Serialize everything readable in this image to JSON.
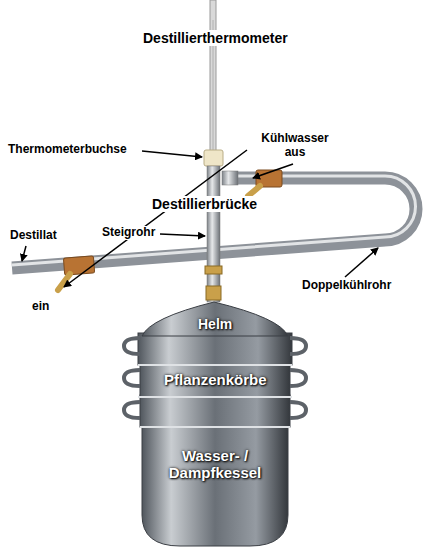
{
  "diagram": {
    "labels": [
      "Destillierthermometer",
      "Kühlwasser aus",
      "Thermometerbuchse",
      "Destillierbrücke",
      "Destillat",
      "Steigrohr",
      "Doppelkühlrohr",
      "ein",
      "Helm",
      "Pflanzenkörbe",
      "Wasser- / Dampfkessel"
    ]
  }
}
